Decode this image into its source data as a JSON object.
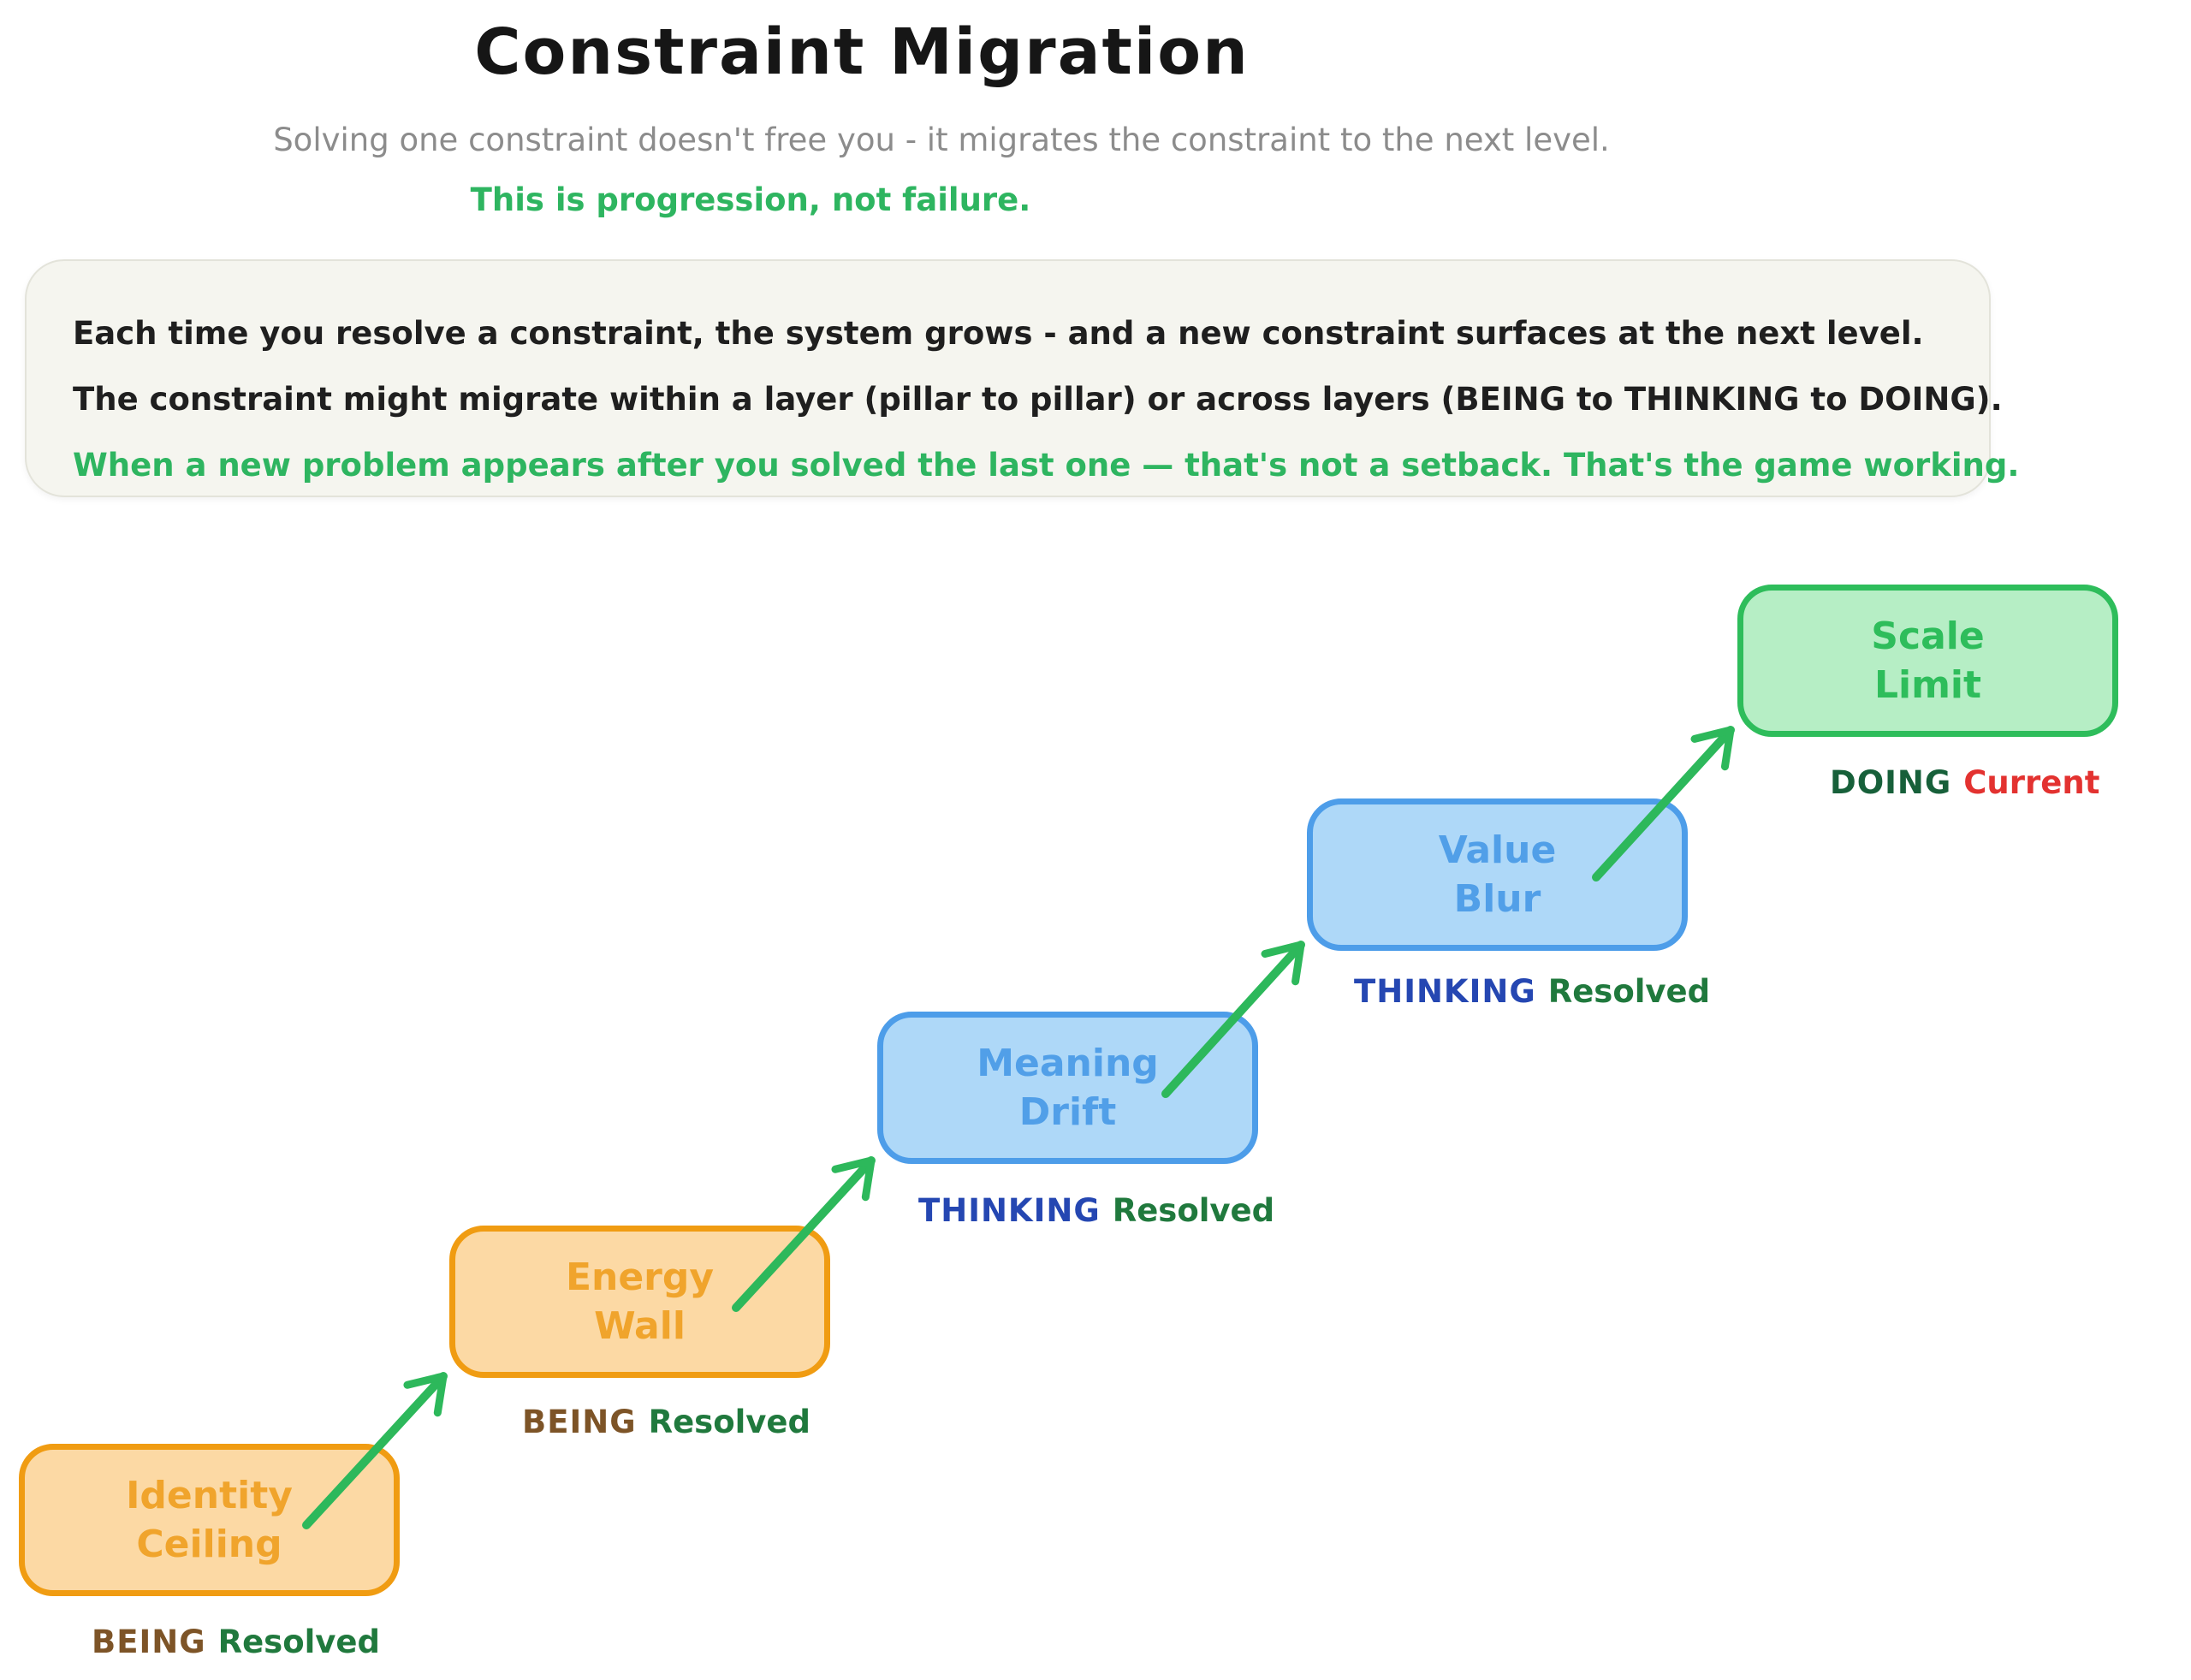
{
  "title": "Constraint Migration",
  "subtitle": "Solving one constraint doesn't free you - it migrates the constraint to the next level.",
  "tagline": "This is progression, not failure.",
  "info_box": {
    "line1": "Each time you resolve a constraint, the system grows - and a new constraint surfaces at the next level.",
    "line2": "The constraint might migrate within a layer (pillar to pillar) or across layers (BEING to THINKING to DOING).",
    "line3": "When a new problem appears after you solved the last one — that's not a setback. That's the game working."
  },
  "steps": [
    {
      "title_line1": "Identity",
      "title_line2": "Ceiling",
      "layer": "BEING",
      "status": "Resolved",
      "theme": "orange"
    },
    {
      "title_line1": "Energy",
      "title_line2": "Wall",
      "layer": "BEING",
      "status": "Resolved",
      "theme": "orange"
    },
    {
      "title_line1": "Meaning",
      "title_line2": "Drift",
      "layer": "THINKING",
      "status": "Resolved",
      "theme": "blue"
    },
    {
      "title_line1": "Value",
      "title_line2": "Blur",
      "layer": "THINKING",
      "status": "Resolved",
      "theme": "blue"
    },
    {
      "title_line1": "Scale",
      "title_line2": "Limit",
      "layer": "DOING",
      "status": "Current",
      "theme": "green"
    }
  ],
  "colors": {
    "title": "#161616",
    "subtitle_gray": "#8c8c8c",
    "green_text": "#2eb560",
    "arrow_green": "#2db85b",
    "orange_border": "#f09c12",
    "orange_fill": "#fcd9a4",
    "blue_border": "#4d9de9",
    "blue_fill": "#aed8f8",
    "green_border": "#2ebd5b",
    "green_fill": "#b6eec5",
    "layer_being": "#7d5427",
    "layer_thinking": "#2547b2",
    "layer_doing": "#17603a",
    "status_resolved": "#20793d",
    "status_current": "#e33230",
    "panel_bg": "#f5f5ef"
  }
}
